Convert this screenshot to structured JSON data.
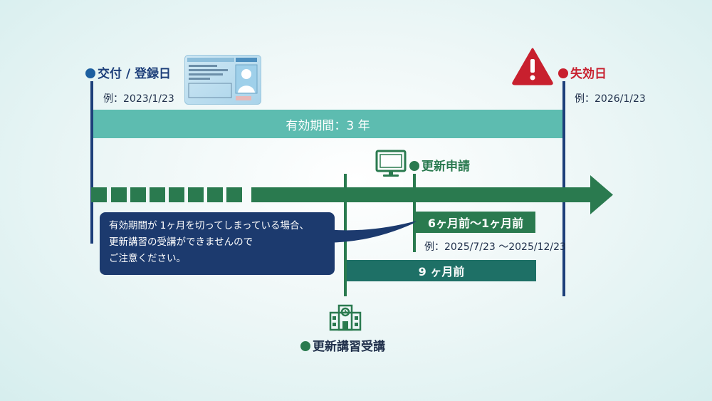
{
  "issue": {
    "label": "交付 / 登録日",
    "example": "例：2023/1/23"
  },
  "expiry": {
    "label": "失効日",
    "example": "例：2026/1/23"
  },
  "validity_bar": {
    "label": "有効期間：3 年"
  },
  "renewal_application": {
    "label": "更新申請"
  },
  "six_month_bar": {
    "label": "6ヶ月前〜1ヶ月前",
    "example": "例：2025/7/23 〜2025/12/23"
  },
  "nine_month_bar": {
    "label": "9 ヶ月前"
  },
  "course": {
    "label": "更新講習受講"
  },
  "notice": {
    "line1": "有効期間が 1ヶ月を切ってしまっている場合、",
    "line2": "更新講習の受講ができませんので",
    "line3": "ご注意ください。"
  },
  "colors": {
    "navy": "#1d3f7a",
    "green": "#2a7a4f",
    "teal_bar": "#5dbcb0",
    "dark_teal": "#1e7066",
    "red": "#c8202e",
    "notice_bg": "#1c3a6e"
  },
  "icons": [
    "license-card-icon",
    "warning-icon",
    "monitor-icon",
    "school-icon"
  ]
}
